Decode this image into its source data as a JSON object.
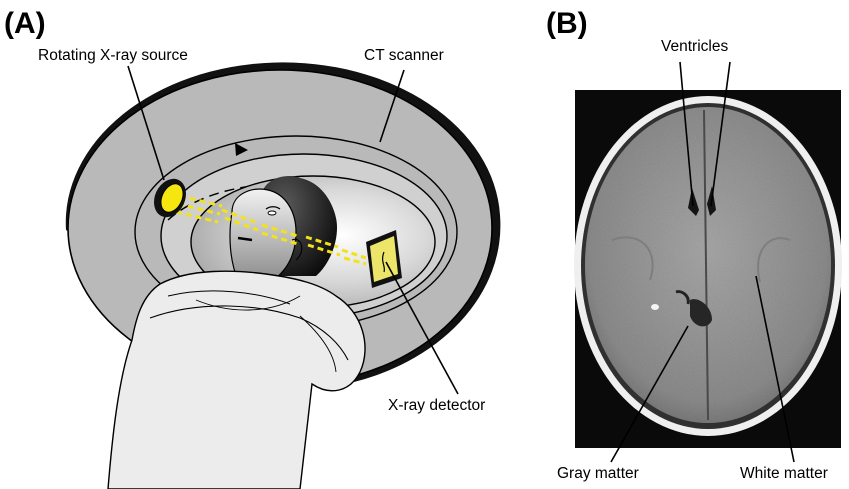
{
  "panel_a": {
    "letter": "(A)",
    "labels": {
      "source": "Rotating X-ray source",
      "scanner": "CT scanner",
      "detector": "X-ray detector"
    }
  },
  "panel_b": {
    "letter": "(B)",
    "labels": {
      "ventricles": "Ventricles",
      "gray_matter": "Gray matter",
      "white_matter": "White matter"
    }
  },
  "colors": {
    "gantry_gray": "#b9b9b9",
    "beam_yellow": "#f2e21a",
    "source_yellow": "#f5e60f",
    "detector_yellow": "#ece56a",
    "brain_tissue": "#9c9c9c",
    "skull_bone": "#f4f4f4",
    "scan_background": "#0a0a0a"
  }
}
